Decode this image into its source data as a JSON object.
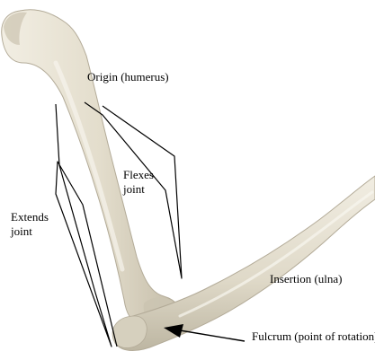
{
  "labels": {
    "origin": "Origin (humerus)",
    "flexes": "Flexes\njoint",
    "extends": "Extends\njoint",
    "insertion": "Insertion (ulna)",
    "fulcrum": "Fulcrum (point of rotation)"
  },
  "colors": {
    "bone_fill": "#e6e1d2",
    "bone_shadow": "#b7b09d",
    "line": "#000000",
    "background": "#ffffff"
  }
}
